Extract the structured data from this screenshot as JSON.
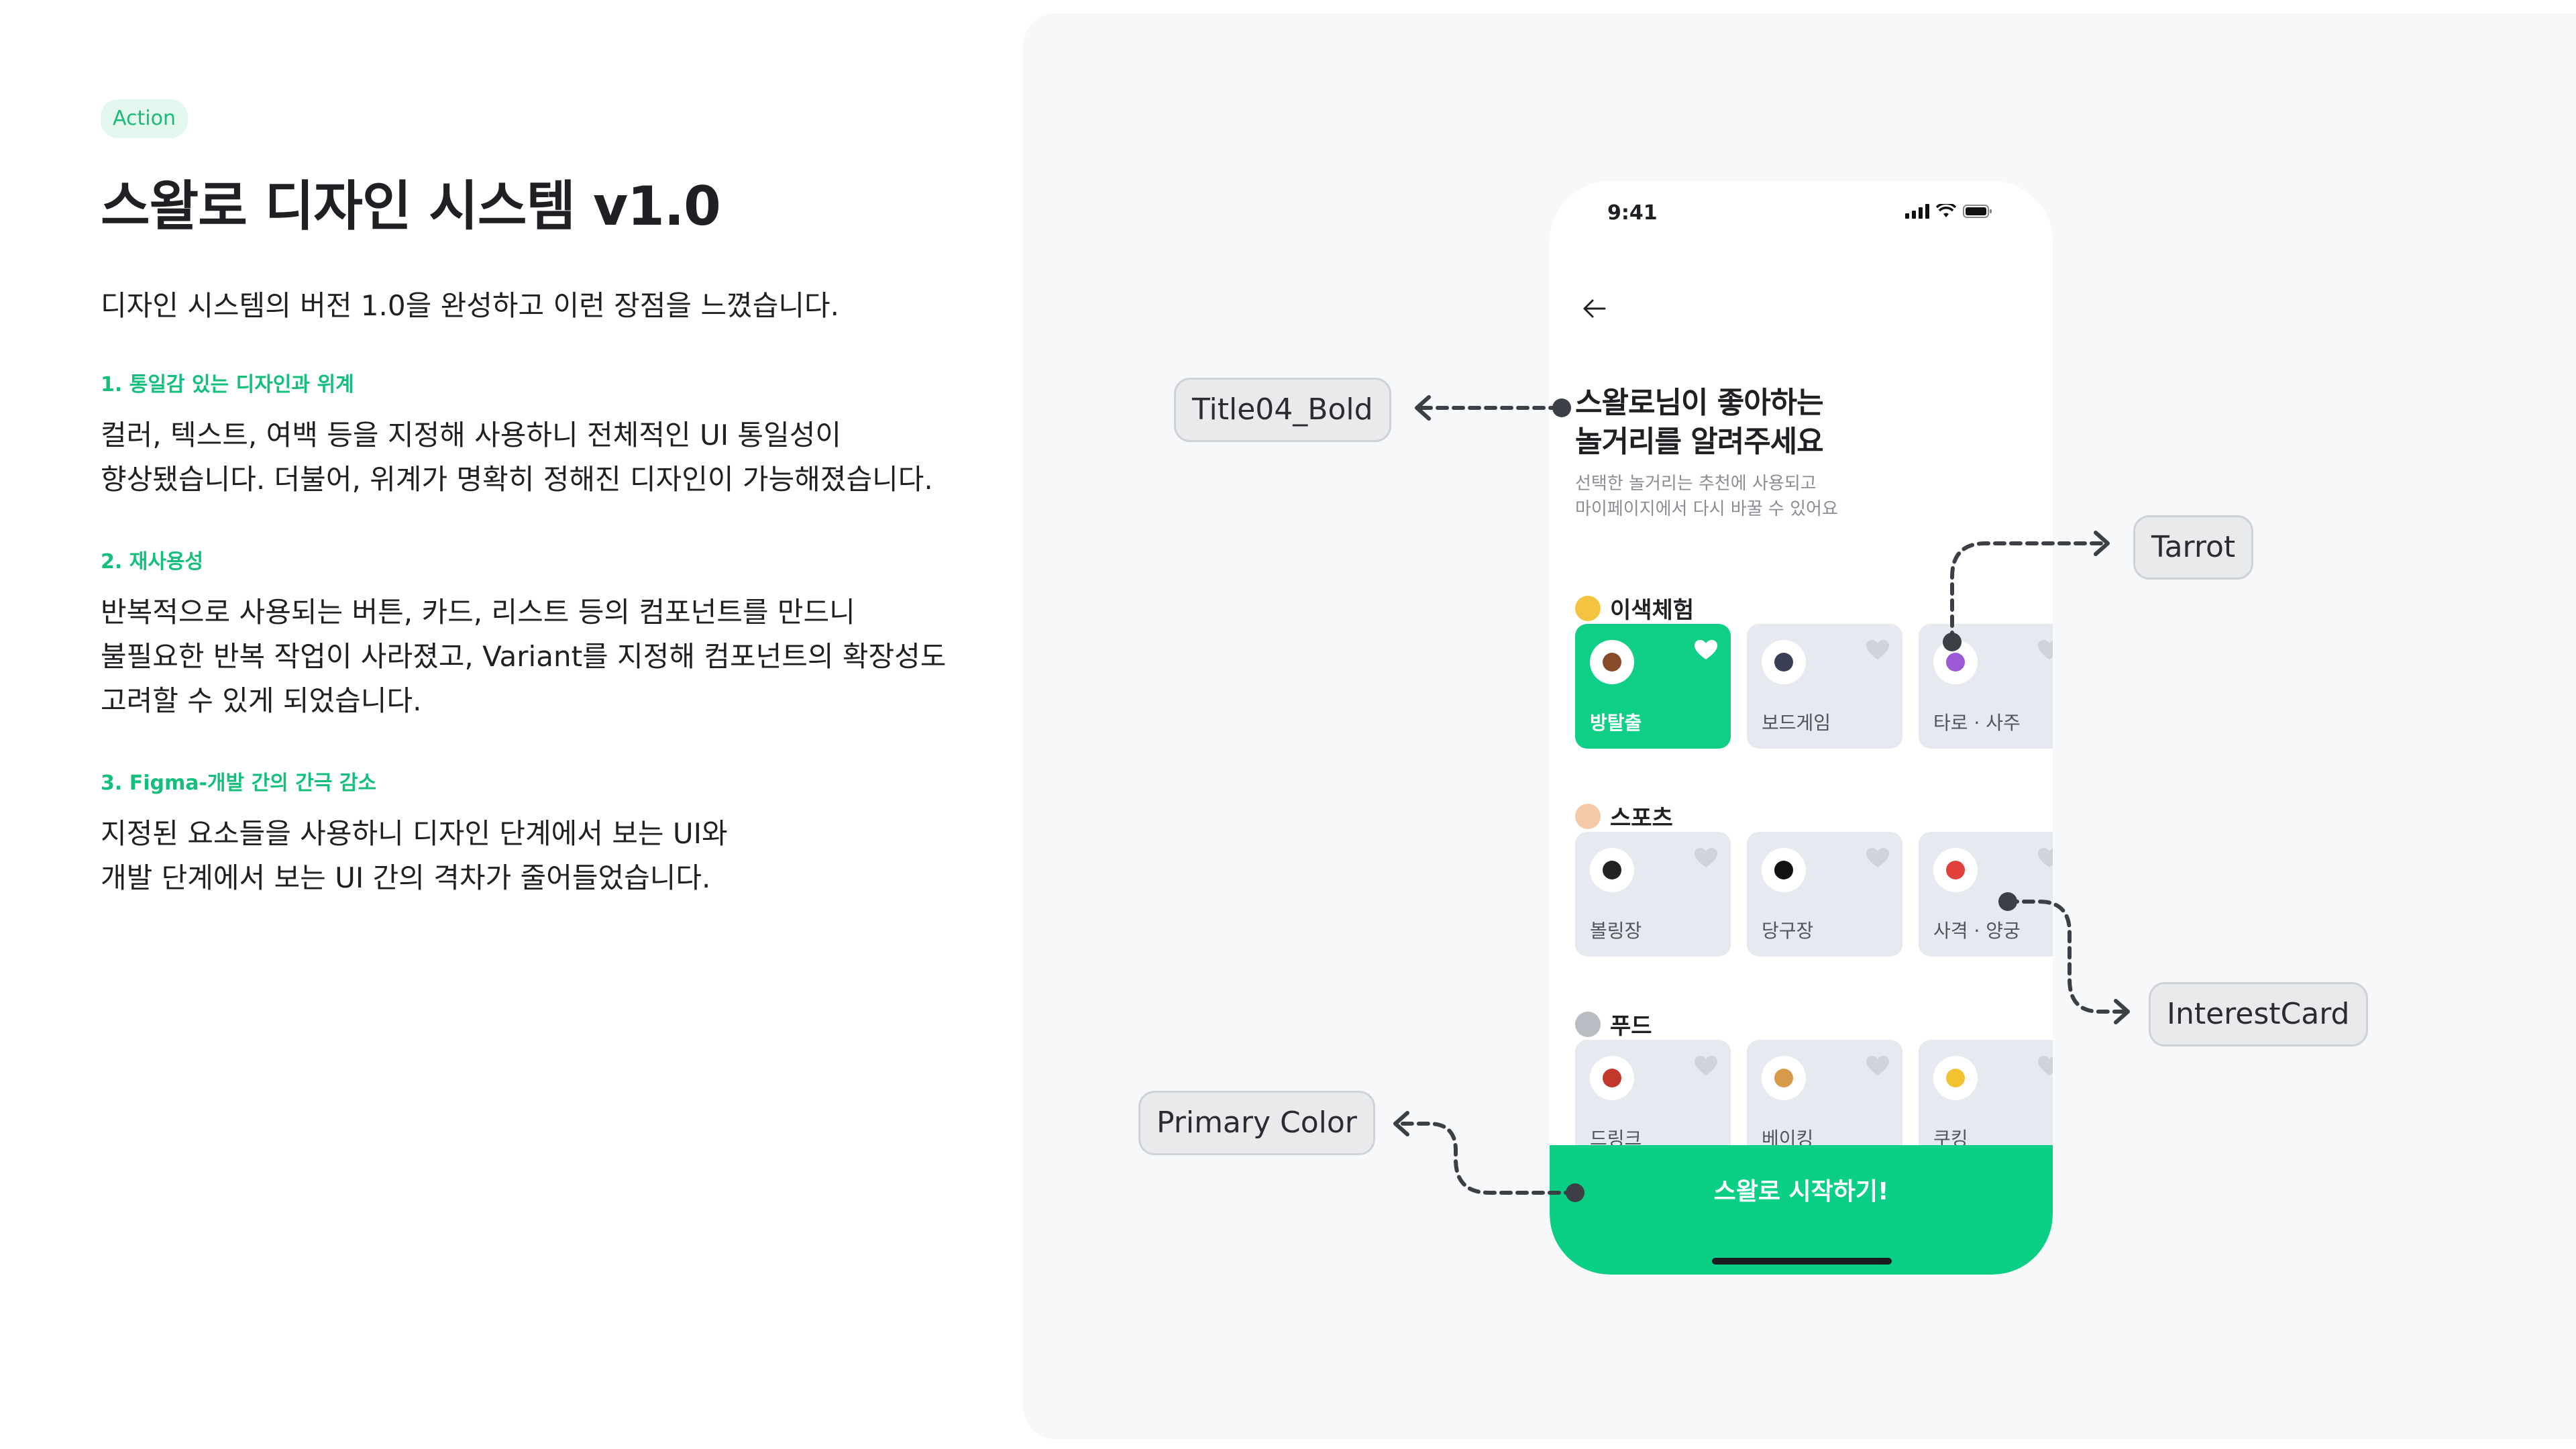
{
  "left": {
    "tag": "Action",
    "title": "스왈로 디자인 시스템 v1.0",
    "intro": "디자인 시스템의 버전 1.0을 완성하고 이런 장점을 느꼈습니다.",
    "sections": [
      {
        "heading": "1. 통일감 있는 디자인과 위계",
        "body": "컬러, 텍스트, 여백 등을 지정해 사용하니 전체적인 UI 통일성이\n향상됐습니다. 더불어, 위계가 명확히 정해진 디자인이 가능해졌습니다."
      },
      {
        "heading": "2. 재사용성",
        "body": "반복적으로 사용되는 버튼, 카드, 리스트 등의 컴포넌트를 만드니\n불필요한 반복 작업이 사라졌고, Variant를 지정해 컴포넌트의 확장성도\n고려할 수 있게 되었습니다."
      },
      {
        "heading": "3. Figma-개발 간의 간극 감소",
        "body": "지정된 요소들을 사용하니 디자인 단계에서 보는 UI와\n개발 단계에서 보는 UI 간의 격차가 줄어들었습니다."
      }
    ]
  },
  "phone": {
    "status_time": "9:41",
    "title": "스왈로님이 좋아하는\n놀거리를 알려주세요",
    "subtitle": "선택한 놀거리는 추천에 사용되고\n마이페이지에서 다시 바꿀 수 있어요",
    "categories": [
      {
        "name": "이색체험",
        "emoji_color": "#f5c342",
        "cards": [
          {
            "label": "방탈출",
            "selected": true,
            "icon_color": "#8a4b2a"
          },
          {
            "label": "보드게임",
            "selected": false,
            "icon_color": "#3b3f55"
          },
          {
            "label": "타로 · 사주",
            "selected": false,
            "icon_color": "#9b59d6"
          }
        ]
      },
      {
        "name": "스포츠",
        "emoji_color": "#f4c9a7",
        "cards": [
          {
            "label": "볼링장",
            "selected": false,
            "icon_color": "#222222"
          },
          {
            "label": "당구장",
            "selected": false,
            "icon_color": "#111111"
          },
          {
            "label": "사격 · 양궁",
            "selected": false,
            "icon_color": "#e0413a"
          }
        ]
      },
      {
        "name": "푸드",
        "emoji_color": "#b9bcc2",
        "cards": [
          {
            "label": "드링크",
            "selected": false,
            "icon_color": "#c0392b"
          },
          {
            "label": "베이킹",
            "selected": false,
            "icon_color": "#d79a4a"
          },
          {
            "label": "쿠킹",
            "selected": false,
            "icon_color": "#f1c232"
          }
        ]
      }
    ],
    "cta_label": "스왈로 시작하기!"
  },
  "annotations": {
    "title_style": "Title04_Bold",
    "tarot": "Tarrot",
    "interest_card": "InterestCard",
    "primary_color": "Primary Color"
  },
  "colors": {
    "primary": "#0bcf85",
    "tag_bg": "#e3f7ee",
    "tag_text": "#1db978",
    "card_bg": "#e6e9ef",
    "panel_bg": "#f7f8f9"
  }
}
